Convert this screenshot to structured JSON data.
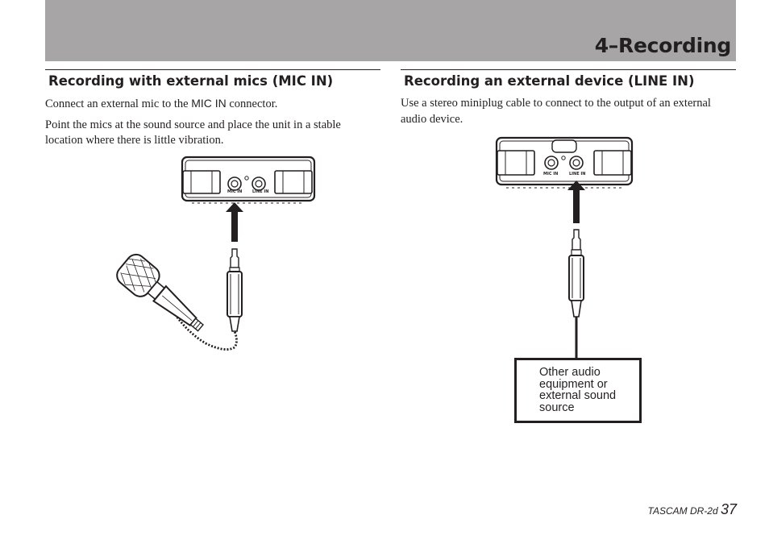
{
  "header": {
    "chapter_title": "4–Recording"
  },
  "left_section": {
    "heading": "Recording with external mics (MIC IN)",
    "para1_before": "Connect an external mic to the ",
    "para1_connector": "MIC IN",
    "para1_after": " connector.",
    "para2": "Point the mics at the sound source and place the unit in a stable location where there is little vibration.",
    "device_labels": {
      "mic_in": "MIC IN",
      "line_in": "LINE IN"
    }
  },
  "right_section": {
    "heading": "Recording an external device (LINE IN)",
    "para1": "Use a stereo miniplug cable to connect to the output of an external audio device.",
    "device_labels": {
      "mic_in": "MIC IN",
      "line_in": "LINE IN"
    },
    "source_box_label": "Other audio equipment or external sound source"
  },
  "footer": {
    "brand": "TASCAM  DR-2d ",
    "page_number": "37"
  }
}
